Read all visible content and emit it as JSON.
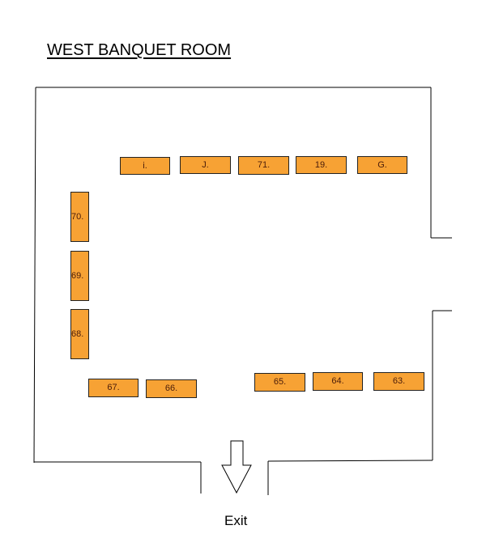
{
  "title": "WEST BANQUET ROOM",
  "exit_label": "Exit",
  "colors": {
    "table_fill": "#f7a234",
    "table_text": "#4a1c0a",
    "wall": "#000000"
  },
  "tables": {
    "top_row": [
      "i.",
      "J.",
      "71.",
      "19.",
      "G."
    ],
    "left_column": [
      "70.",
      "69.",
      "68."
    ],
    "bottom_left": [
      "67.",
      "66."
    ],
    "bottom_right": [
      "65.",
      "64.",
      "63."
    ]
  },
  "icons": {
    "exit_arrow": "down-arrow-icon"
  }
}
